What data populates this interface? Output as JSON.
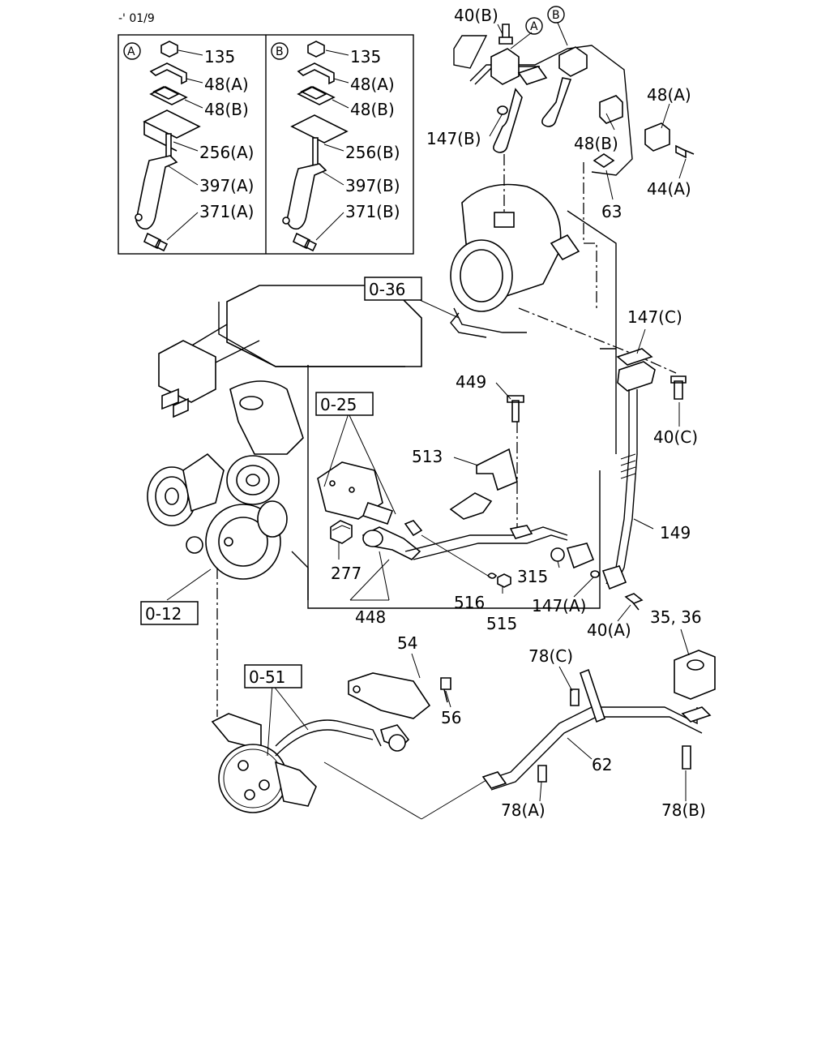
{
  "header": {
    "code": "-' 01/9"
  },
  "inset": {
    "a": {
      "letter": "A",
      "labels": [
        "135",
        "48(A)",
        "48(B)",
        "256(A)",
        "397(A)",
        "371(A)"
      ]
    },
    "b": {
      "letter": "B",
      "labels": [
        "135",
        "48(A)",
        "48(B)",
        "256(B)",
        "397(B)",
        "371(B)"
      ]
    }
  },
  "callouts": {
    "c40b": "40(B)",
    "cA": "A",
    "cB": "B",
    "c48a": "48(A)",
    "c147b": "147(B)",
    "c48b": "48(B)",
    "c44a": "44(A)",
    "c63": "63",
    "c147c": "147(C)",
    "c449": "449",
    "c40c": "40(C)",
    "c513": "513",
    "c149": "149",
    "c315": "315",
    "c277": "277",
    "c516": "516",
    "c147a": "147(A)",
    "c515": "515",
    "c448": "448",
    "c40a": "40(A)",
    "c3536": "35, 36",
    "c54": "54",
    "c78c": "78(C)",
    "c56": "56",
    "c62": "62",
    "c78a": "78(A)",
    "c78b": "78(B)"
  },
  "refs": {
    "r036": "0-36",
    "r025": "0-25",
    "r012": "0-12",
    "r051": "0-51"
  }
}
